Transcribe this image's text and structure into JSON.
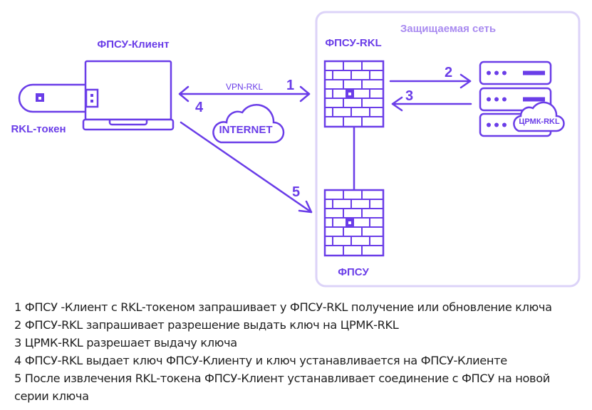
{
  "colors": {
    "primary": "#6A3DE8",
    "zone_border": "#DCD3F8",
    "zone_label": "#A98BF0",
    "text": "#1F1F1F"
  },
  "nodes": {
    "client": {
      "label": "ФПСУ-Клиент",
      "icon": "laptop-icon"
    },
    "token": {
      "label": "RKL-токен",
      "icon": "usb-token-icon"
    },
    "internet": {
      "label": "INTERNET",
      "icon": "cloud-icon"
    },
    "fpsu_rkl": {
      "label": "ФПСУ-RKL",
      "icon": "firewall-icon"
    },
    "fpsu": {
      "label": "ФПСУ",
      "icon": "firewall-icon"
    },
    "crmk": {
      "label": "ЦРМК-RKL",
      "icon": "server-stack-icon"
    }
  },
  "zone": {
    "label": "Защищаемая сеть"
  },
  "links": {
    "vpn_label": "VPN-RKL",
    "steps": [
      "1",
      "2",
      "3",
      "4",
      "5"
    ]
  },
  "legend": [
    "1 ФПСУ -Клиент с RKL-токеном запрашивает у ФПСУ-RKL получение или обновление ключа",
    "2 ФПСУ-RKL запрашивает разрешение выдать ключ на ЦРМК-RKL",
    "3 ЦРМК-RKL разрешает выдачу ключа",
    "4 ФПСУ-RKL выдает ключ ФПСУ-Клиенту и ключ устанавливается на ФПСУ-Клиенте",
    "5 После извлечения RKL-токена ФПСУ-Клиент устанавливает соединение с ФПСУ на новой",
    "серии ключа"
  ]
}
